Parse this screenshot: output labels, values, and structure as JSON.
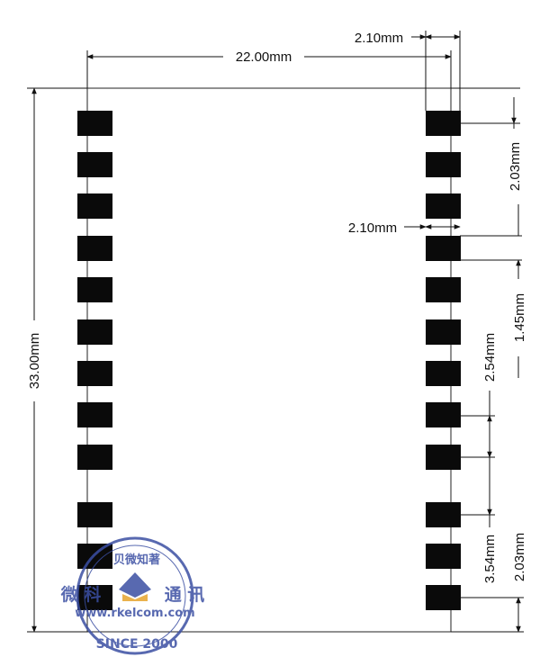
{
  "dimensions": {
    "width_label": "22.00mm",
    "height_label": "33.00mm",
    "pad_width_top_label": "2.10mm",
    "pad_width_mid_label": "2.10mm",
    "top_offset_label": "2.03mm",
    "gap_label": "1.45mm",
    "pitch_label": "2.54mm",
    "large_pitch_label": "3.54mm",
    "bottom_offset_label": "2.03mm"
  },
  "watermark": {
    "top_text": "贝微知著",
    "left_text": "微 科",
    "right_text": "通 讯",
    "url": "www.rkelcom.com",
    "since": "SINCE 2000"
  },
  "colors": {
    "pad": "#0a0a0a",
    "outline": "#222222",
    "watermark": "#3b4fa3"
  }
}
